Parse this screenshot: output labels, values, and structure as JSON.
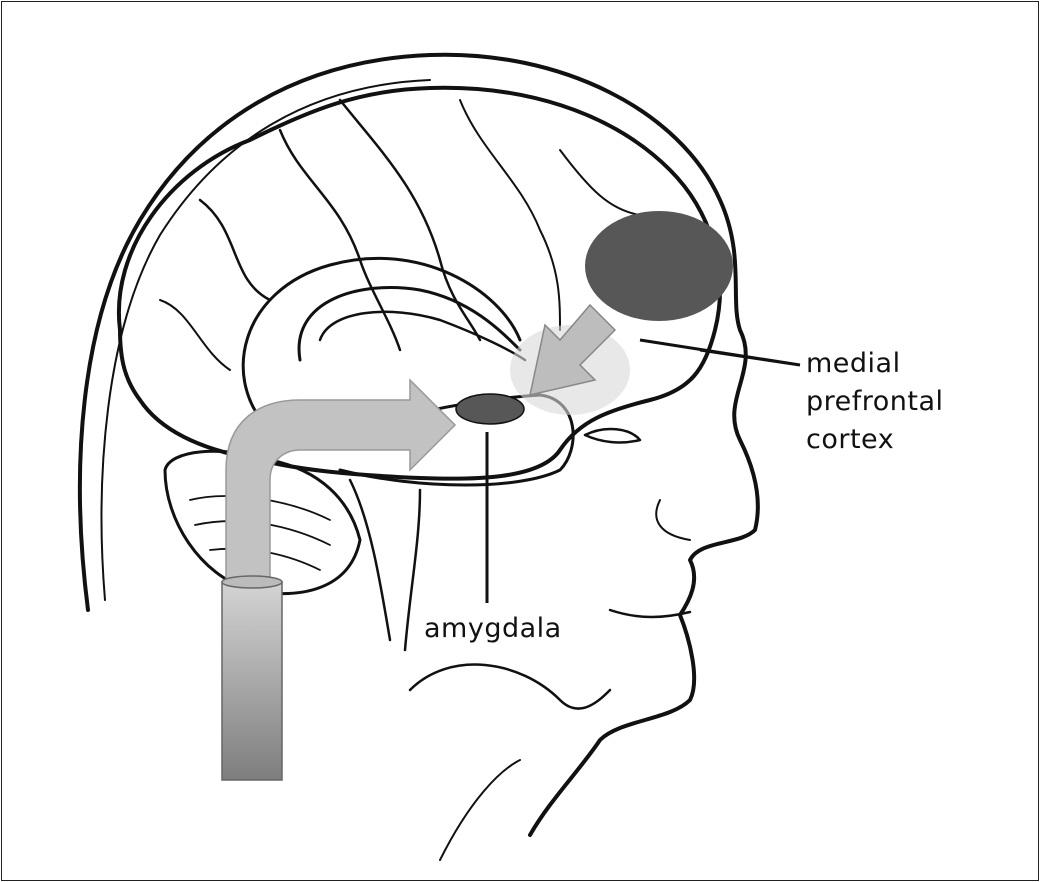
{
  "labels": {
    "mpfc_line1": "medial",
    "mpfc_line2": "prefrontal",
    "mpfc_line3": "cortex",
    "amygdala": "amygdala"
  },
  "colors": {
    "region_fill": "#575757",
    "arrow_fill": "#b8b8b8",
    "line": "#111111"
  }
}
